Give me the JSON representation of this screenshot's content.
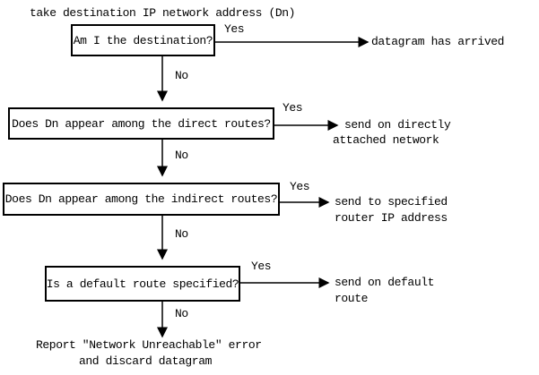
{
  "title": "take destination IP network address (Dn)",
  "steps": [
    {
      "question": "Am I the destination?",
      "yes_label": "Yes",
      "no_label": "No",
      "yes_result": [
        "datagram has arrived"
      ]
    },
    {
      "question": "Does Dn appear among the direct routes?",
      "yes_label": "Yes",
      "no_label": "No",
      "yes_result": [
        "send on directly",
        "attached network"
      ]
    },
    {
      "question": "Does Dn appear among the indirect routes?",
      "yes_label": "Yes",
      "no_label": "No",
      "yes_result": [
        "send to specified",
        "router IP address"
      ]
    },
    {
      "question": "Is a default route specified?",
      "yes_label": "Yes",
      "no_label": "No",
      "yes_result": [
        "send on default",
        "route"
      ]
    }
  ],
  "final": [
    "Report \"Network Unreachable\" error",
    "and discard datagram"
  ]
}
